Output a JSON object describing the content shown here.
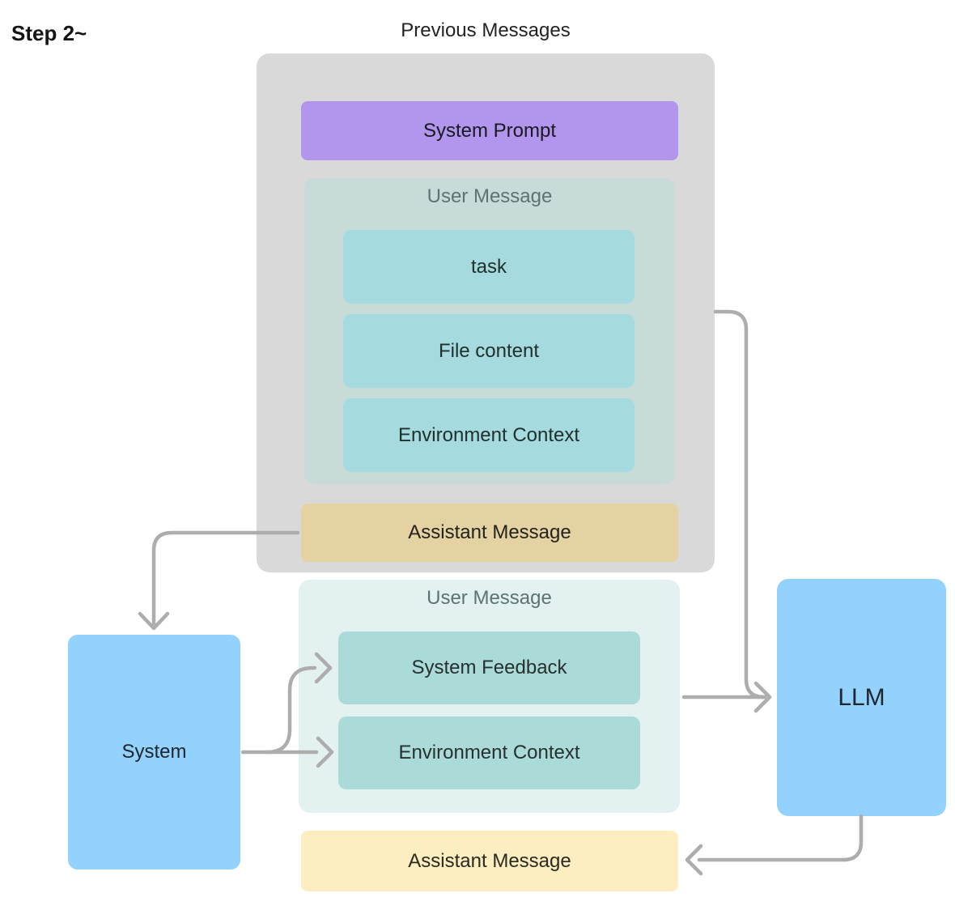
{
  "page": {
    "step_label": "Step 2~"
  },
  "previous_messages": {
    "title": "Previous Messages",
    "system_prompt_label": "System Prompt",
    "user_message": {
      "header": "User Message",
      "items": [
        "task",
        "File content",
        "Environment Context"
      ]
    },
    "assistant_message_label": "Assistant Message"
  },
  "current_turn": {
    "user_message": {
      "header": "User Message",
      "items": [
        "System Feedback",
        "Environment Context"
      ]
    },
    "assistant_message_label": "Assistant Message"
  },
  "nodes": {
    "system_label": "System",
    "llm_label": "LLM"
  },
  "connections": [
    {
      "from": "previous-assistant-message",
      "to": "system"
    },
    {
      "from": "previous-messages-group",
      "to": "llm"
    },
    {
      "from": "system",
      "to": "system-feedback"
    },
    {
      "from": "system",
      "to": "environment-context-current"
    },
    {
      "from": "current-user-message-group",
      "to": "llm"
    },
    {
      "from": "llm",
      "to": "current-assistant-message"
    }
  ],
  "colors": {
    "container_gray": "#d9d9d9",
    "system_prompt_purple": "#b295ec",
    "user_message_upper_bg": "#c9dbd9",
    "user_message_lower_bg": "#e3f2f0",
    "item_teal_upper": "#a5dade",
    "item_teal_lower": "#abdbd9",
    "assistant_tan": "#e5d2a2",
    "assistant_yellow": "#fdeec1",
    "node_blue": "#93d2fc",
    "arrow_gray": "#adadad",
    "user_message_header_text": "#5d7373"
  }
}
